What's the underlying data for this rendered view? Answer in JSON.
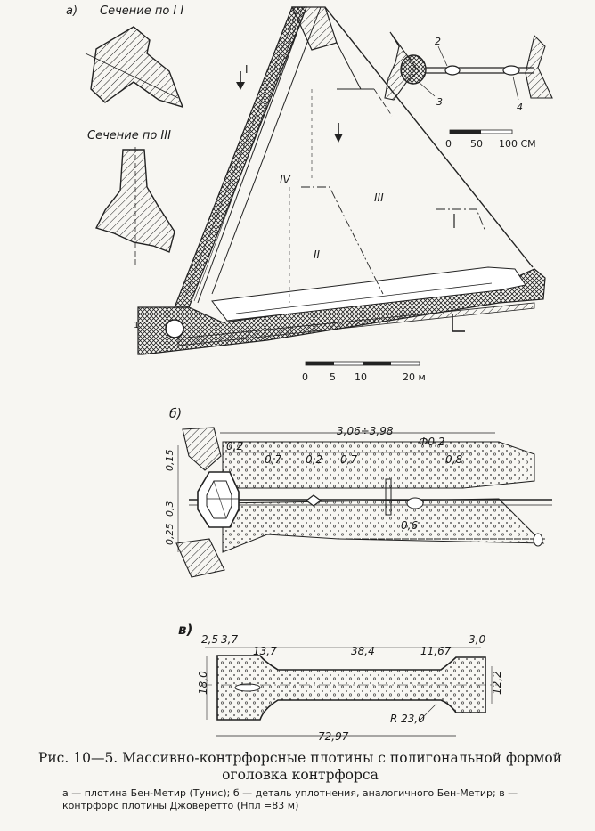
{
  "panel_a": {
    "letter": "а)",
    "section_1_title": "Сечение по I I",
    "section_3_title": "Сечение по III",
    "mark_I": "I",
    "zone_IV": "IV",
    "zone_III": "III",
    "zone_II": "II",
    "seal_label_1": "1",
    "seal_label_2": "2",
    "seal_label_3": "3",
    "seal_label_4": "4",
    "small_scale": [
      "0",
      "50",
      "100 СМ"
    ],
    "big_scale": [
      "0",
      "5",
      "10",
      "20 м"
    ]
  },
  "panel_b": {
    "letter": "б)",
    "total_span": "3,06÷3,98",
    "dim_02_a": "0,2",
    "dim_07_a": "0,7",
    "dim_02_b": "0,2",
    "dim_07_b": "0,7",
    "dia": "Ф0,2",
    "dim_08": "0,8",
    "dim_06": "0,6",
    "v_015_top": "0,15",
    "v_03": "0,3",
    "v_025": "0,25"
  },
  "panel_v": {
    "letter": "в)",
    "d_25": "2,5",
    "d_37": "3,7",
    "d_137": "13,7",
    "d_384": "38,4",
    "d_1167": "11,67",
    "d_30": "3,0",
    "h_180": "18,0",
    "h_122": "12,2",
    "radius": "R 23,0",
    "total": "72,97"
  },
  "caption": {
    "title": "Рис. 10—5. Массивно-контрфорсные плотины с полигональной формой оголовка контрфорса",
    "legend": "а — плотина Бен-Метир (Тунис); б — деталь уплотнения, аналогичного Бен-Метир; в — контрфорс плотины Джоверетто (Нпл =83 м)"
  }
}
